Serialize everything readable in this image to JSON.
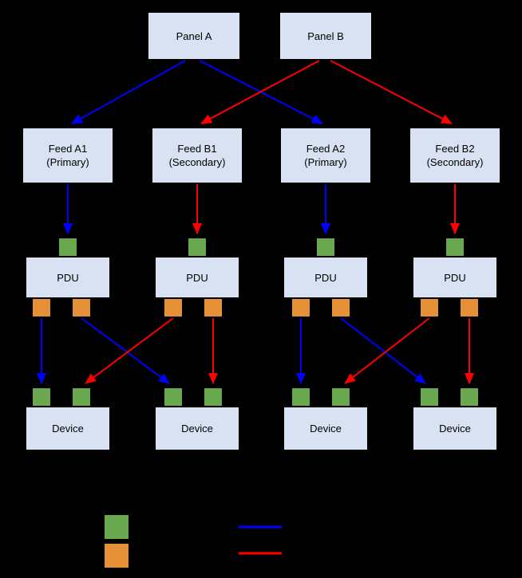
{
  "colors": {
    "background": "#000000",
    "box_fill": "#d9e2f3",
    "box_border": "#000000",
    "green_port": "#6aa84f",
    "orange_port": "#e69138",
    "blue_line": "#0000ff",
    "red_line": "#ff0000"
  },
  "panels": [
    {
      "label": "Panel A"
    },
    {
      "label": "Panel B"
    }
  ],
  "feeds": [
    {
      "name": "Feed A1",
      "type": "(Primary)"
    },
    {
      "name": "Feed B1",
      "type": "(Secondary)"
    },
    {
      "name": "Feed A2",
      "type": "(Primary)"
    },
    {
      "name": "Feed B2",
      "type": "(Secondary)"
    }
  ],
  "pdus": [
    {
      "label": "PDU"
    },
    {
      "label": "PDU"
    },
    {
      "label": "PDU"
    },
    {
      "label": "PDU"
    }
  ],
  "devices": [
    {
      "label": "Device"
    },
    {
      "label": "Device"
    },
    {
      "label": "Device"
    },
    {
      "label": "Device"
    }
  ],
  "legend": {
    "items": [
      {
        "swatch": "green-square"
      },
      {
        "swatch": "orange-square"
      },
      {
        "swatch": "blue-line"
      },
      {
        "swatch": "red-line"
      }
    ]
  }
}
